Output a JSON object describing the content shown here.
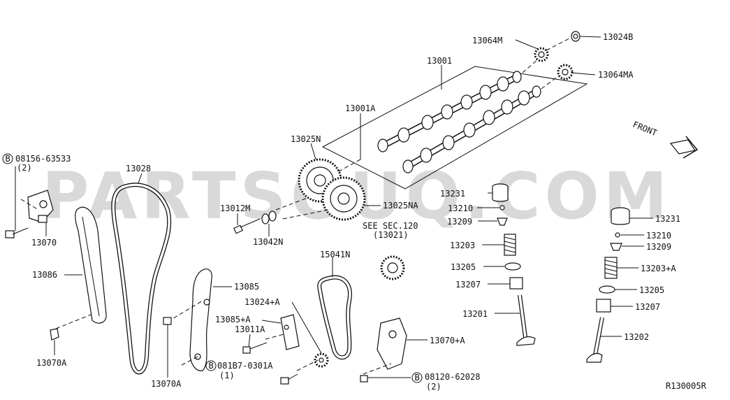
{
  "watermark": "PARTSOUQ.COM",
  "figure_code": "R130005R",
  "direction_label": "FRONT",
  "labels": {
    "p13064M": "13064M",
    "p13024B": "13024B",
    "p13001": "13001",
    "p13064MA": "13064MA",
    "p13001A": "13001A",
    "p13025N": "13025N",
    "p13025NA": "13025NA",
    "bolt_08156": "08156-63533",
    "bolt_08156_qty": "(2)",
    "p13028": "13028",
    "p13012M": "13012M",
    "p13042N": "13042N",
    "see_sec": "SEE SEC.120",
    "see_sec_ref": "(13021)",
    "p13070": "13070",
    "p13086": "13086",
    "p13070A_left": "13070A",
    "p13085": "13085",
    "p13024A": "13024+A",
    "p13085A": "13085+A",
    "p13011A": "13011A",
    "bolt_081B7": "081B7-0301A",
    "bolt_081B7_qty": "(1)",
    "p13070A_bottom": "13070A",
    "p15041N": "15041N",
    "p13070PA": "13070+A",
    "bolt_08120": "08120-62028",
    "bolt_08120_qty": "(2)",
    "p13231_l": "13231",
    "p13210_l": "13210",
    "p13209_l": "13209",
    "p13203_l": "13203",
    "p13205_l": "13205",
    "p13207_l": "13207",
    "p13201": "13201",
    "p13231_r": "13231",
    "p13210_r": "13210",
    "p13209_r": "13209",
    "p13203A": "13203+A",
    "p13205_r": "13205",
    "p13207_r": "13207",
    "p13202": "13202",
    "circle_B": "B"
  }
}
